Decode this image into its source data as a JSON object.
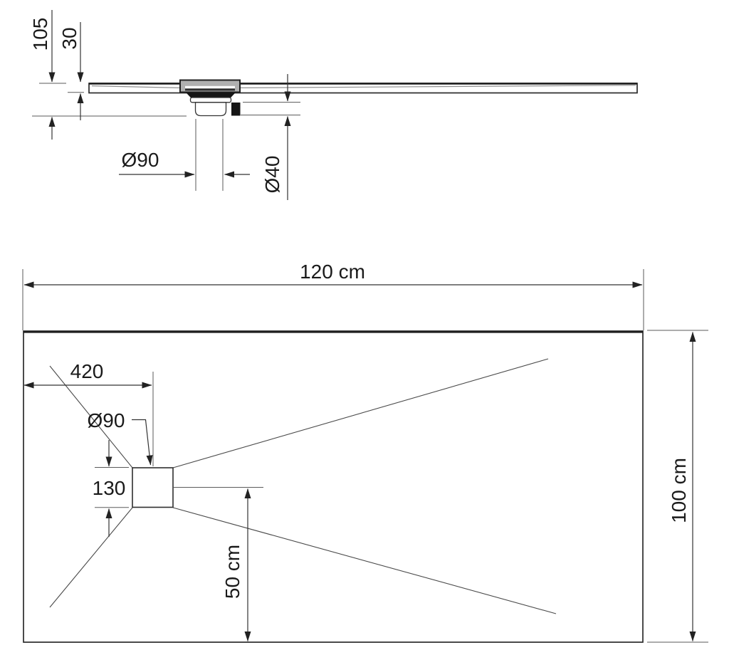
{
  "drawing": {
    "type": "technical-drawing",
    "subject": "shower tray with offset drain, side section and plan views",
    "background_color": "#ffffff",
    "line_color": "#333333",
    "text_color": "#1a1a1a",
    "drain_plate_gray": "#b0b0b0",
    "drain_dark": "#151515"
  },
  "section_view": {
    "description": "side section of tray with siphon drain",
    "labels": {
      "total_height": "105",
      "tray_thickness": "30",
      "siphon_diameter": "Ø90",
      "outlet_diameter": "Ø40"
    }
  },
  "plan_view": {
    "description": "top plan of tray with drain square and slope fold lines",
    "labels": {
      "width": "120 cm",
      "depth": "100 cm",
      "drain_offset_left": "420",
      "drain_grate_size": "130",
      "drain_offset_bottom": "50 cm",
      "drain_hole_diameter": "Ø90"
    }
  }
}
